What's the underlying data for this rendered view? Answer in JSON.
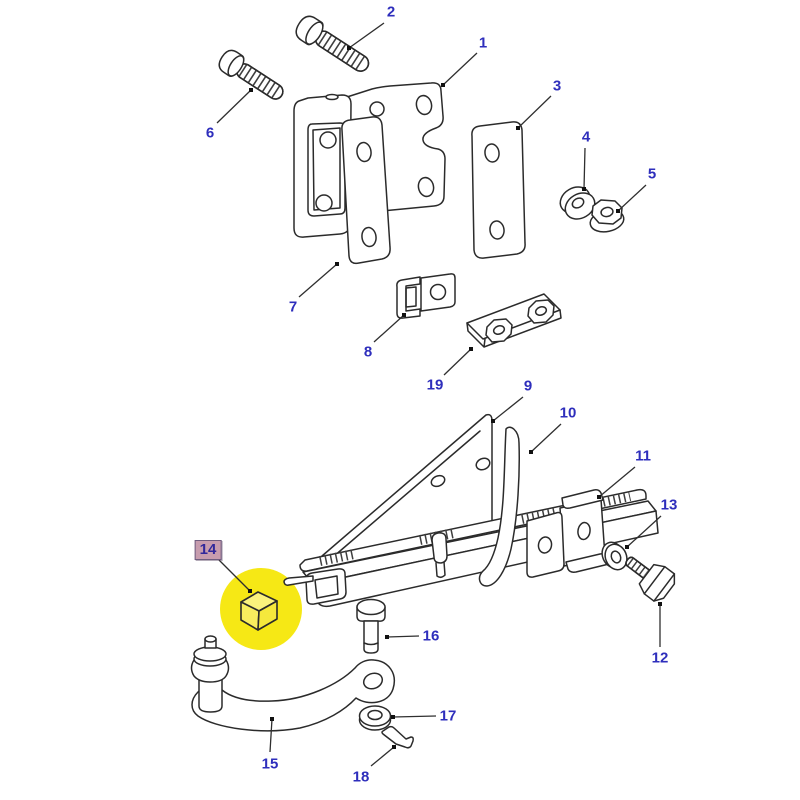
{
  "diagram": {
    "type": "exploded-parts-diagram",
    "background_color": "#ffffff",
    "line_color": "#2b2b2b",
    "label_color": "#2e2ebc",
    "highlight": {
      "shape": "circle",
      "color": "#f6e815",
      "highlighted_part": "14"
    },
    "selected_label": {
      "text": "14",
      "background": "#c79cae",
      "border": "#6f5d80"
    },
    "labels": [
      {
        "text": "1",
        "part": "hinge-bracket"
      },
      {
        "text": "2",
        "part": "screw"
      },
      {
        "text": "3",
        "part": "packing-plate"
      },
      {
        "text": "4",
        "part": "spacer"
      },
      {
        "text": "5",
        "part": "flange-nut"
      },
      {
        "text": "6",
        "part": "screw"
      },
      {
        "text": "7",
        "part": "strap-plate"
      },
      {
        "text": "8",
        "part": "clip-nut"
      },
      {
        "text": "9",
        "part": "support-bracket-rail"
      },
      {
        "text": "10",
        "part": "curved-strap"
      },
      {
        "text": "11",
        "part": "channel-bracket"
      },
      {
        "text": "12",
        "part": "hex-bolt"
      },
      {
        "text": "13",
        "part": "washer"
      },
      {
        "text": "14",
        "part": "cube-block"
      },
      {
        "text": "15",
        "part": "roller-arm"
      },
      {
        "text": "16",
        "part": "clevis-pin"
      },
      {
        "text": "17",
        "part": "washer"
      },
      {
        "text": "18",
        "part": "split-pin"
      },
      {
        "text": "19",
        "part": "nut-plate"
      }
    ]
  }
}
